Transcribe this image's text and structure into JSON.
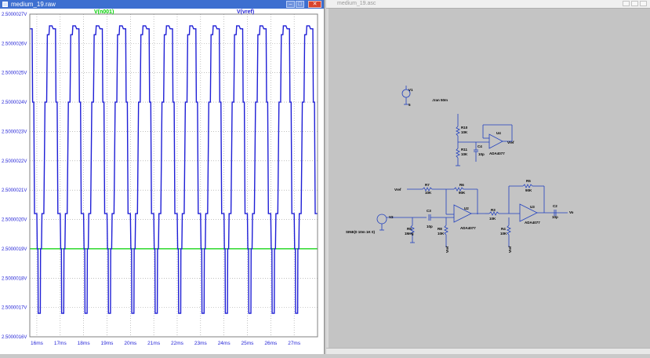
{
  "left_window": {
    "title": "medium_19.raw",
    "trace_1": {
      "name": "V(n001)",
      "color": "#00d000"
    },
    "trace_2": {
      "name": "V(vref)",
      "color": "#1f1fd6"
    }
  },
  "right_window": {
    "title": "medium_19.asc"
  },
  "chart_data": {
    "type": "line",
    "xlabel": "",
    "ylabel": "",
    "x_ticks": [
      "16ms",
      "17ms",
      "18ms",
      "19ms",
      "20ms",
      "21ms",
      "22ms",
      "23ms",
      "24ms",
      "25ms",
      "26ms",
      "27ms"
    ],
    "y_ticks": [
      "2.5000016V",
      "2.5000017V",
      "2.5000018V",
      "2.5000019V",
      "2.5000020V",
      "2.5000021V",
      "2.5000022V",
      "2.5000023V",
      "2.5000024V",
      "2.5000025V",
      "2.5000026V",
      "2.5000027V"
    ],
    "xlim_ms": [
      15.7,
      28.0
    ],
    "ylim_uV_offset": [
      16,
      27
    ],
    "grid": true,
    "series": [
      {
        "name": "V(n001)",
        "color": "#00d000",
        "constant_y_uV_offset": 19.0
      },
      {
        "name": "V(vref)",
        "color": "#1f1fd6",
        "period_ms": 1.0,
        "high_uV_offset": 26.5,
        "low_uV_offset": 16.8,
        "levels_uV_offset": [
          16.8,
          19.0,
          20.2,
          24.0,
          26.3,
          26.6
        ]
      }
    ]
  },
  "schematic": {
    "directive": ".tran 50m",
    "v1": {
      "ref": "V1",
      "value": "5"
    },
    "v2": {
      "ref": "V2",
      "value": "SINE(0 10m 1K 0)"
    },
    "components": [
      {
        "ref": "R10",
        "value": "10K"
      },
      {
        "ref": "R11",
        "value": "10K"
      },
      {
        "ref": "C4",
        "value": "10p"
      },
      {
        "ref": "U4",
        "value": "ADA4077"
      },
      {
        "ref": "R7",
        "value": "10K"
      },
      {
        "ref": "R6",
        "value": "90K"
      },
      {
        "ref": "C3",
        "value": "10p"
      },
      {
        "ref": "U2",
        "value": "ADA4077"
      },
      {
        "ref": "R9",
        "value": "1Meg"
      },
      {
        "ref": "R8",
        "value": "10K"
      },
      {
        "ref": "R3",
        "value": "10K"
      },
      {
        "ref": "R5",
        "value": "90K"
      },
      {
        "ref": "U3",
        "value": "ADA4077"
      },
      {
        "ref": "R4",
        "value": "10K"
      },
      {
        "ref": "C2",
        "value": "10p"
      }
    ],
    "nets": {
      "vref": "Vref",
      "vo": "Vo",
      "vref_top": "Vref",
      "vref_bot1": "Vref",
      "vref_bot2": "Vref"
    }
  }
}
